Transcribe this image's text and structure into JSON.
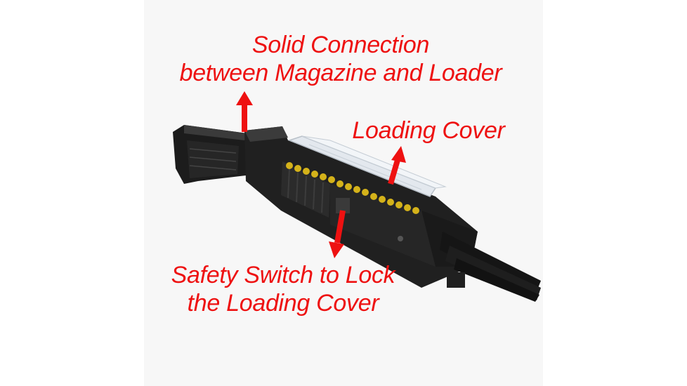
{
  "callouts": {
    "solid_connection": [
      "Solid Connection",
      "between Magazine and Loader"
    ],
    "loading_cover": [
      "Loading Cover"
    ],
    "safety_switch": [
      "Safety Switch to Lock",
      "the Loading Cover"
    ]
  },
  "colors": {
    "callout_text": "#ee1111",
    "arrow": "#ee1111",
    "body_plastic": "#222222",
    "cartridge_brass": "#d4b21a",
    "cover_clear": "#dfe6ec"
  }
}
